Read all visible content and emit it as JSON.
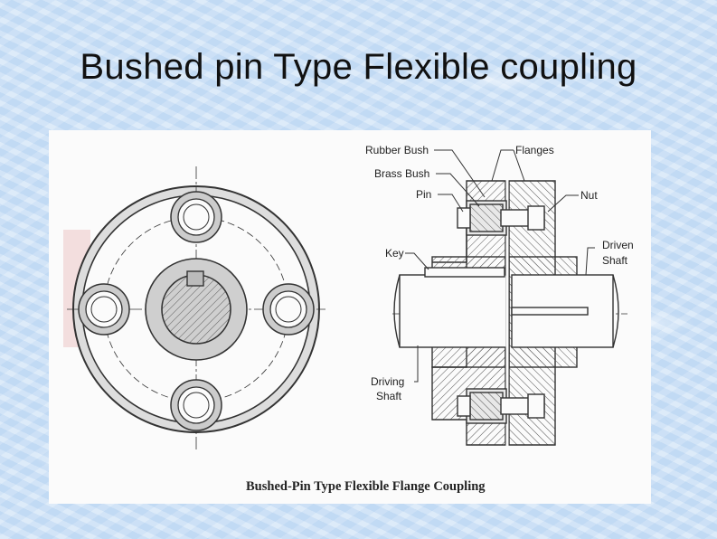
{
  "slide": {
    "title": "Bushed pin Type Flexible coupling"
  },
  "diagram": {
    "caption": "Bushed-Pin Type Flexible Flange Coupling",
    "labels": {
      "rubber_bush": "Rubber Bush",
      "brass_bush": "Brass Bush",
      "pin": "Pin",
      "flanges": "Flanges",
      "nut": "Nut",
      "key": "Key",
      "driven": "Driven",
      "driven_shaft": "Shaft",
      "driving": "Driving",
      "driving_shaft": "Shaft"
    }
  }
}
